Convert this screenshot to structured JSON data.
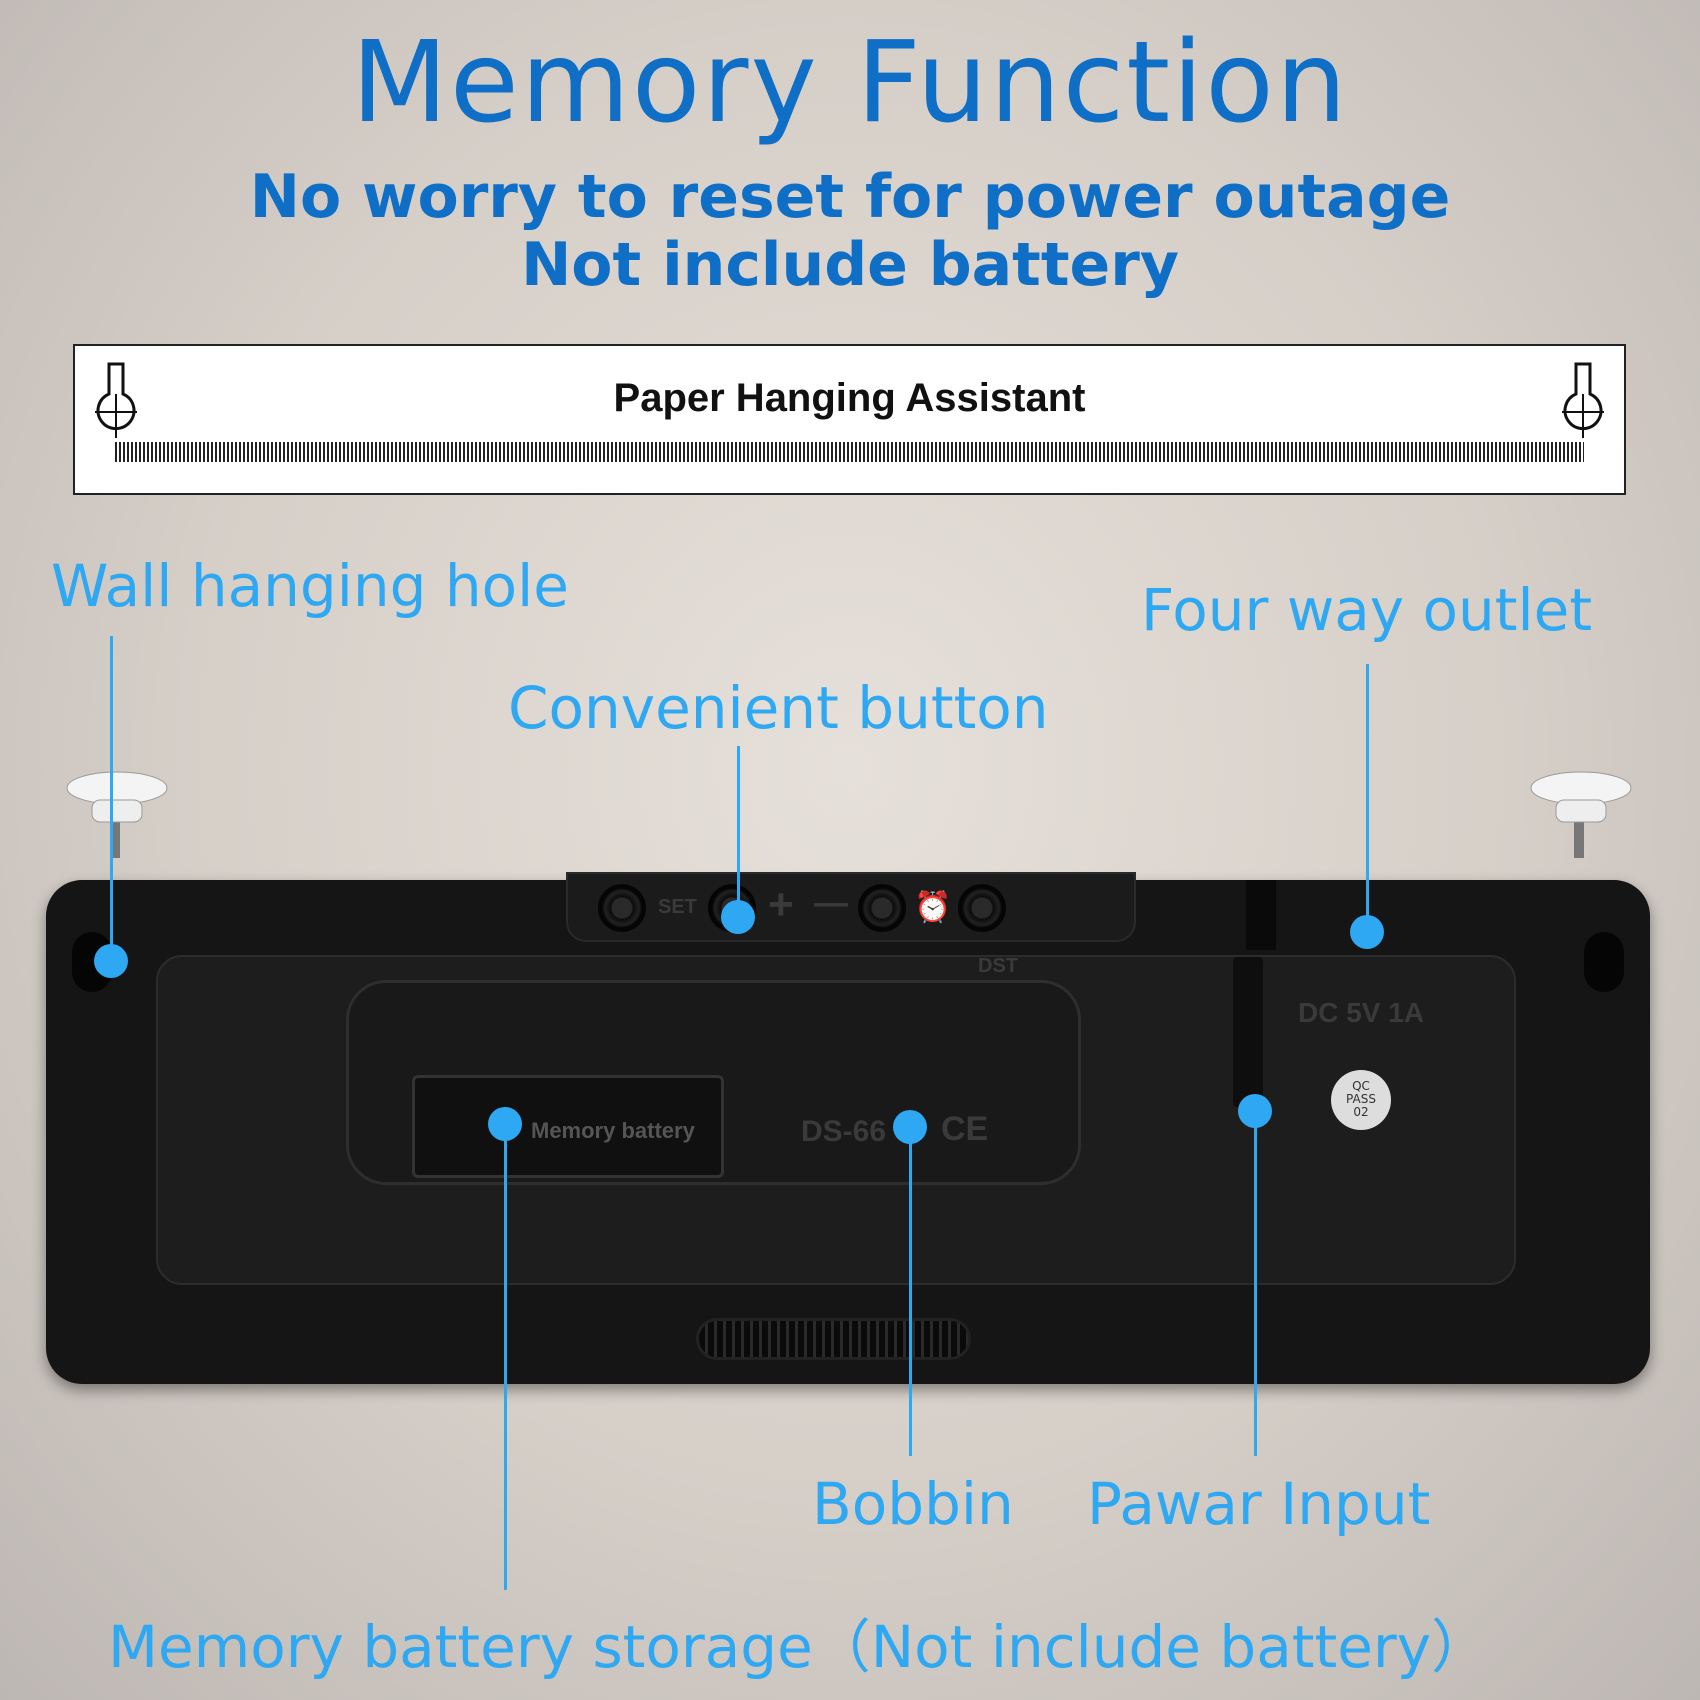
{
  "header": {
    "title": "Memory Function",
    "subtitle_1": "No worry to reset for power outage",
    "subtitle_2": "Not include battery"
  },
  "paper_template": {
    "title": "Paper Hanging Assistant",
    "icon": "keyhole-icon"
  },
  "callouts": {
    "wall_hole": "Wall hanging hole",
    "button": "Convenient button",
    "outlet": "Four way outlet",
    "bobbin": "Bobbin",
    "power": "Pawar Input",
    "battery_storage": "Memory battery storage（Not include battery）"
  },
  "device": {
    "set": "SET",
    "plus": "+",
    "minus": "—",
    "dst": "DST",
    "battery_label": "Memory battery",
    "model": "DS-66",
    "ce": "CE",
    "power_rating": "DC 5V 1A",
    "qc": "QC",
    "pass": "PASS",
    "qc_num": "02"
  },
  "colors": {
    "title": "#0f6fc6",
    "callout": "#2ea8f2",
    "device": "#151515"
  }
}
